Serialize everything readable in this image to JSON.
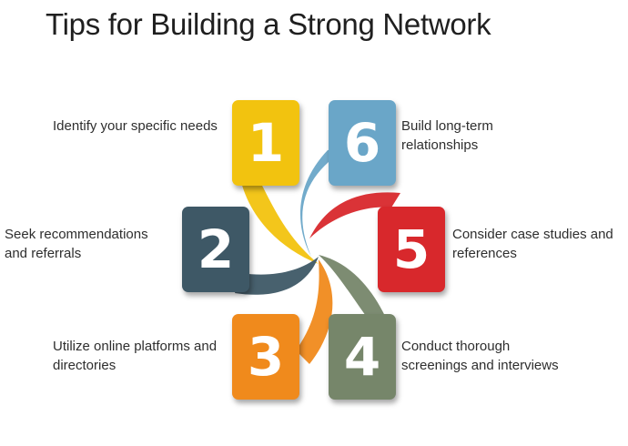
{
  "title": "Tips for Building a Strong Network",
  "colors": {
    "step1": "#f2c30f",
    "step2": "#3e5866",
    "step3": "#f08a1c",
    "step4": "#76866a",
    "step5": "#d8282c",
    "step6": "#6aa6c8"
  },
  "steps": [
    {
      "number": "1",
      "text": "Identify your specific needs"
    },
    {
      "number": "2",
      "text": "Seek recommendations and referrals"
    },
    {
      "number": "3",
      "text": "Utilize online platforms and directories"
    },
    {
      "number": "4",
      "text": "Conduct thorough screenings and interviews"
    },
    {
      "number": "5",
      "text": "Consider case studies and references"
    },
    {
      "number": "6",
      "text": "Build long-term relationships"
    }
  ]
}
